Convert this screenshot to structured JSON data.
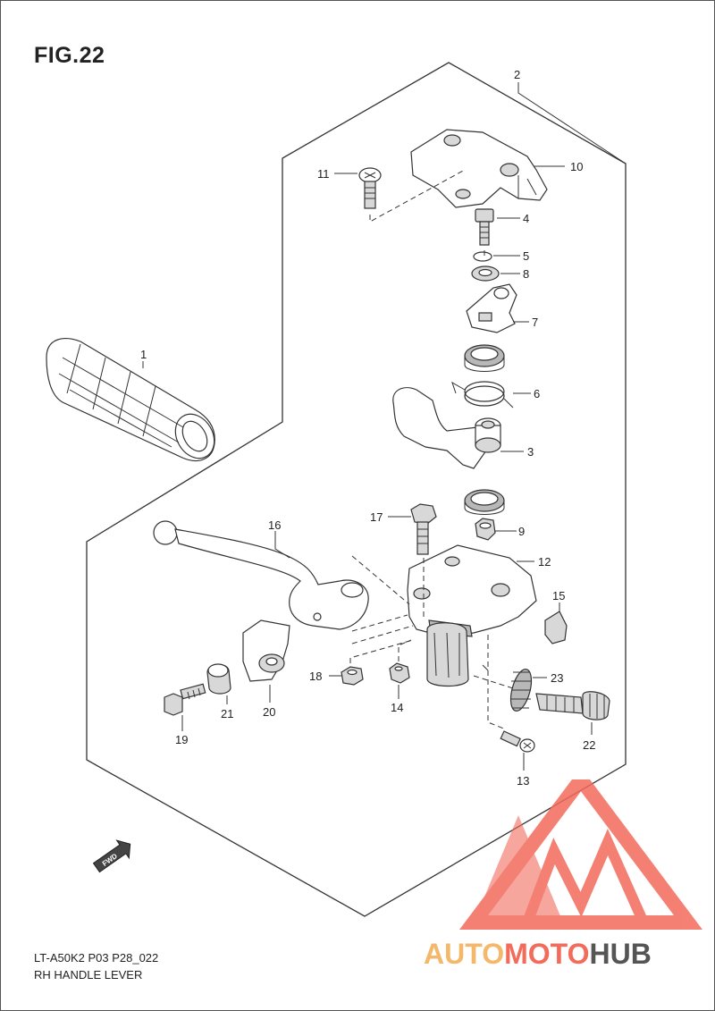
{
  "figure": {
    "title": "FIG.22"
  },
  "footer": {
    "model_code": "LT-A50K2 P03 P28_022",
    "caption": "RH HANDLE LEVER"
  },
  "fwd_badge": {
    "label": "FWD"
  },
  "watermark": {
    "brand": "AUTOMOTOHUB",
    "colors": {
      "primary": "#f26b5b",
      "secondary": "#f3b86a",
      "dark": "#555555"
    }
  },
  "callouts": {
    "c1": "1",
    "c2": "2",
    "c3": "3",
    "c4": "4",
    "c5": "5",
    "c6": "6",
    "c7": "7",
    "c8": "8",
    "c9": "9",
    "c10": "10",
    "c11": "11",
    "c12": "12",
    "c13": "13",
    "c14": "14",
    "c15": "15",
    "c16": "16",
    "c17": "17",
    "c18": "18",
    "c19": "19",
    "c20": "20",
    "c21": "21",
    "c22": "22",
    "c23": "23"
  }
}
